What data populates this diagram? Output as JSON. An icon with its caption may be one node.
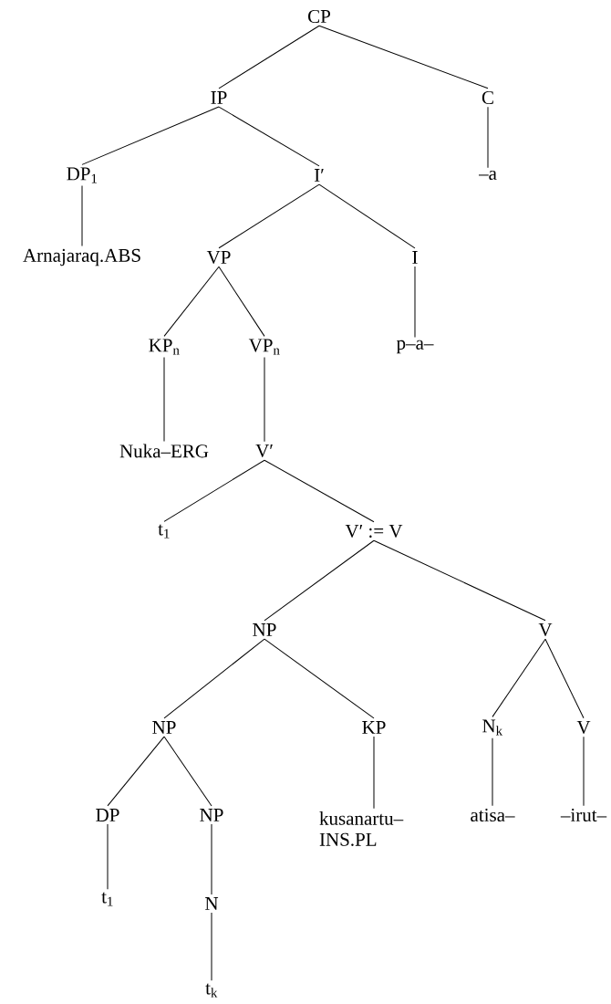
{
  "diagram": {
    "nodes": [
      {
        "text": [
          "CP"
        ]
      },
      {
        "text": [
          "IP"
        ]
      },
      {
        "text": [
          "C"
        ]
      },
      {
        "text": [
          "DP$_{1}$"
        ]
      },
      {
        "text": [
          "I′"
        ]
      },
      {
        "text": [
          "–a"
        ]
      },
      {
        "text": [
          "Arnajaraq.ABS"
        ]
      },
      {
        "text": [
          "VP"
        ]
      },
      {
        "text": [
          "I"
        ]
      },
      {
        "text": [
          "KP$_{n}$"
        ]
      },
      {
        "text": [
          "VP$_{n}$"
        ]
      },
      {
        "text": [
          "p–a–"
        ]
      },
      {
        "text": [
          "Nuka–ERG"
        ]
      },
      {
        "text": [
          "V′"
        ]
      },
      {
        "text": [
          "t$_{1}$"
        ]
      },
      {
        "text": [
          "V′ := V"
        ]
      },
      {
        "text": [
          "NP"
        ]
      },
      {
        "text": [
          "V"
        ]
      },
      {
        "text": [
          "NP"
        ]
      },
      {
        "text": [
          "KP"
        ]
      },
      {
        "text": [
          "N$_{k}$"
        ]
      },
      {
        "text": [
          "V"
        ]
      },
      {
        "text": [
          "DP"
        ]
      },
      {
        "text": [
          "NP"
        ]
      },
      {
        "text": [
          "kusanartu– INS.PL"
        ]
      },
      {
        "text": [
          "atisa–"
        ]
      },
      {
        "text": [
          "–irut–"
        ]
      },
      {
        "text": [
          "t$_{1}$"
        ]
      },
      {
        "text": [
          "N"
        ]
      },
      {
        "text": [
          "t$_{k}$"
        ]
      }
    ],
    "edges": [
      {
        "from": 0,
        "to": 1,
        "arrow": "none"
      },
      {
        "from": 0,
        "to": 2,
        "arrow": "none"
      },
      {
        "from": 1,
        "to": 3,
        "arrow": "none"
      },
      {
        "from": 1,
        "to": 4,
        "arrow": "none"
      },
      {
        "from": 2,
        "to": 5,
        "arrow": "none"
      },
      {
        "from": 3,
        "to": 6,
        "arrow": "none"
      },
      {
        "from": 4,
        "to": 7,
        "arrow": "none"
      },
      {
        "from": 4,
        "to": 8,
        "arrow": "none"
      },
      {
        "from": 7,
        "to": 9,
        "arrow": "none"
      },
      {
        "from": 7,
        "to": 10,
        "arrow": "none"
      },
      {
        "from": 8,
        "to": 11,
        "arrow": "none"
      },
      {
        "from": 9,
        "to": 12,
        "arrow": "none"
      },
      {
        "from": 10,
        "to": 13,
        "arrow": "none"
      },
      {
        "from": 13,
        "to": 14,
        "arrow": "none"
      },
      {
        "from": 13,
        "to": 15,
        "arrow": "none"
      },
      {
        "from": 15,
        "to": 16,
        "arrow": "none"
      },
      {
        "from": 15,
        "to": 17,
        "arrow": "none"
      },
      {
        "from": 16,
        "to": 18,
        "arrow": "none"
      },
      {
        "from": 16,
        "to": 19,
        "arrow": "none"
      },
      {
        "from": 17,
        "to": 20,
        "arrow": "none"
      },
      {
        "from": 17,
        "to": 21,
        "arrow": "none"
      },
      {
        "from": 18,
        "to": 22,
        "arrow": "none"
      },
      {
        "from": 18,
        "to": 23,
        "arrow": "none"
      },
      {
        "from": 19,
        "to": 24,
        "arrow": "none"
      },
      {
        "from": 20,
        "to": 25,
        "arrow": "none"
      },
      {
        "from": 21,
        "to": 26,
        "arrow": "none"
      },
      {
        "from": 22,
        "to": 27,
        "arrow": "none"
      },
      {
        "from": 23,
        "to": 28,
        "arrow": "none"
      },
      {
        "from": 28,
        "to": 29,
        "arrow": "none"
      }
    ]
  }
}
